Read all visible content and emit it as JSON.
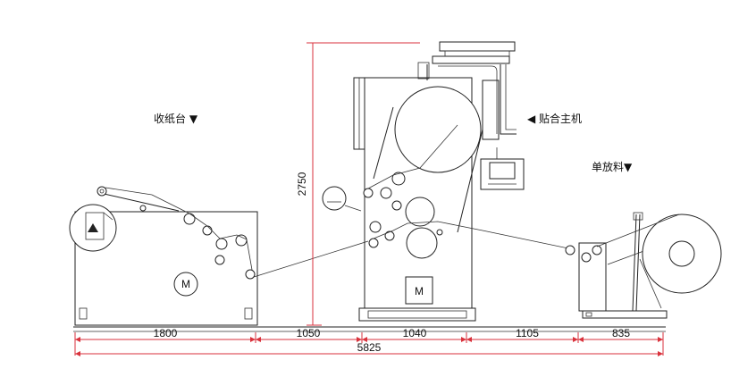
{
  "labels": {
    "rewind_station": "收纸台 ▼",
    "main_laminator": "◀ 贴合主机",
    "single_unwind": "单放料▼"
  },
  "motor_label": "M",
  "dimensions": {
    "height": "2750",
    "seg1": "1800",
    "seg2": "1050",
    "seg3": "1040",
    "seg4": "1105",
    "seg5": "835",
    "total": "5825"
  },
  "colors": {
    "dimension_red": "#d9323c",
    "line": "#222222"
  }
}
